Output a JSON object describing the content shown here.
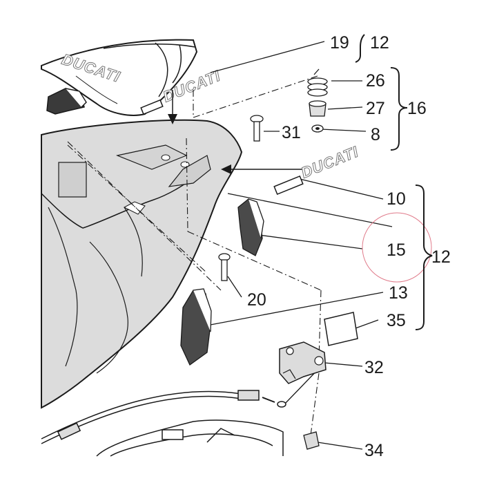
{
  "brand": {
    "logo_text": "DUCATI"
  },
  "callouts": {
    "c19": "19",
    "c12_top": "12",
    "c26": "26",
    "c27": "27",
    "c8": "8",
    "c16": "16",
    "c31": "31",
    "c10": "10",
    "c15": "15",
    "c12_group": "12",
    "c20": "20",
    "c13": "13",
    "c35": "35",
    "c32": "32",
    "c34": "34"
  },
  "colors": {
    "part_fill": "#dcdcdc",
    "line": "#1a1a1a",
    "highlight_circle": "#e07a8a"
  }
}
